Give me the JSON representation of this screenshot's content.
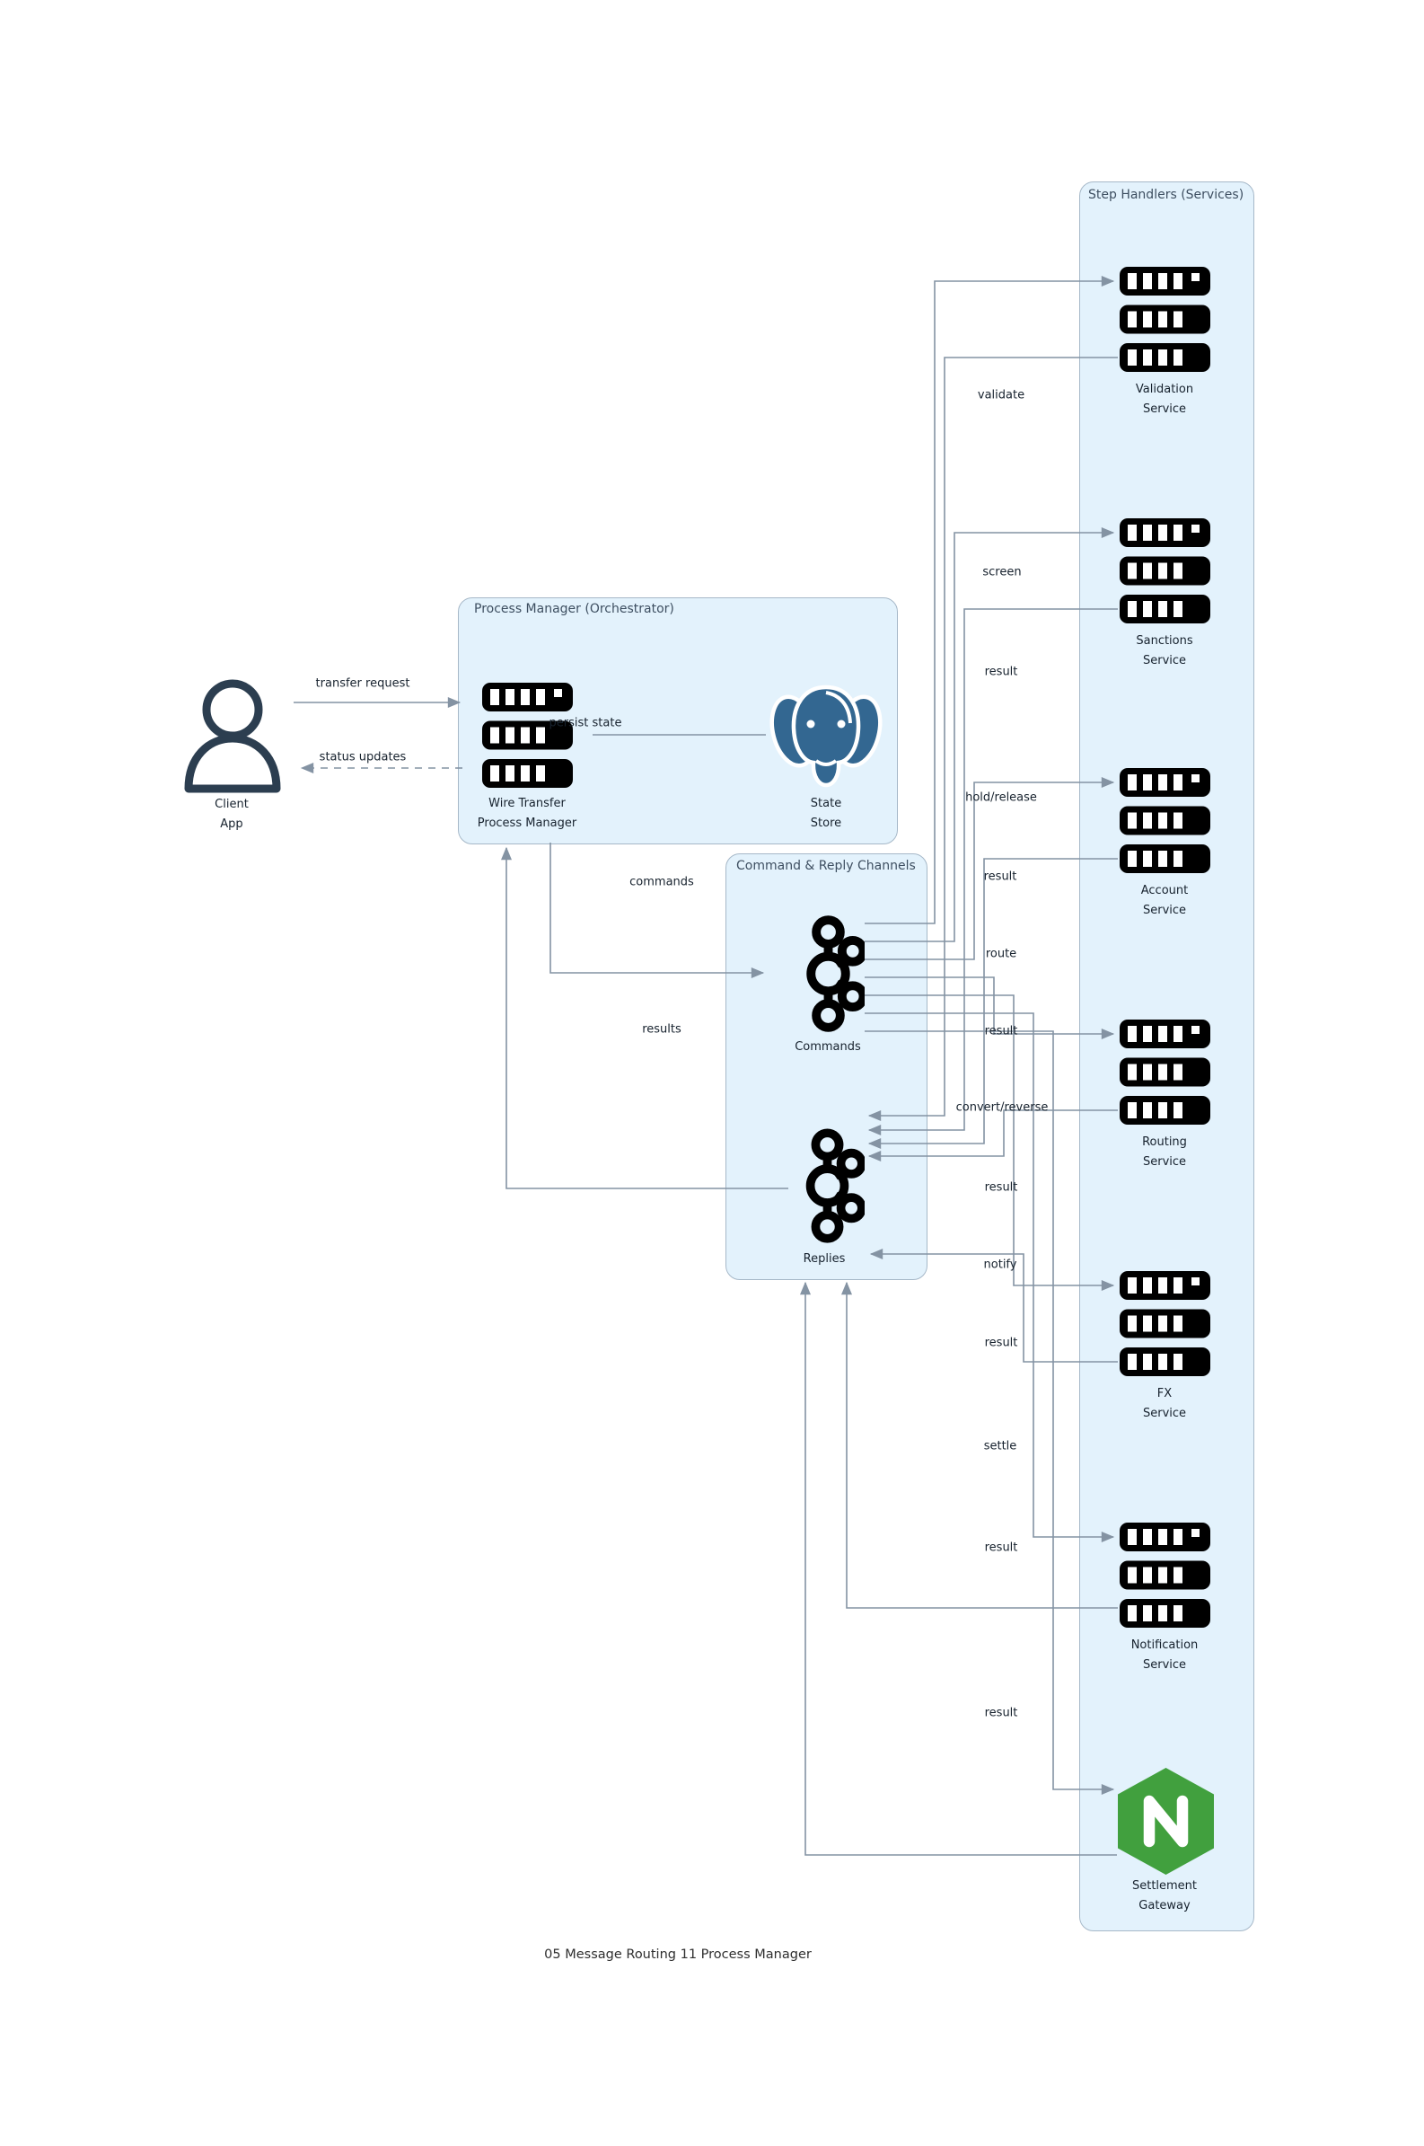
{
  "caption": "05 Message Routing 11 Process Manager",
  "clusters": {
    "process_manager": {
      "title": "Process Manager (Orchestrator)"
    },
    "channels": {
      "title": "Command & Reply Channels"
    },
    "step_handlers": {
      "title": "Step Handlers (Services)"
    }
  },
  "nodes": {
    "client": {
      "icon": "person-icon",
      "label_lines": [
        "Client",
        "App"
      ]
    },
    "wire_transfer_pm": {
      "icon": "server-icon",
      "label_lines": [
        "Wire Transfer",
        "Process Manager"
      ]
    },
    "state_store": {
      "icon": "postgresql-icon",
      "label_lines": [
        "State",
        "Store"
      ]
    },
    "commands_topic": {
      "icon": "kafka-icon",
      "label_lines": [
        "Commands"
      ]
    },
    "replies_topic": {
      "icon": "kafka-icon",
      "label_lines": [
        "Replies"
      ]
    },
    "services": [
      {
        "icon": "server-icon",
        "label_lines": [
          "Validation",
          "Service"
        ]
      },
      {
        "icon": "server-icon",
        "label_lines": [
          "Sanctions",
          "Service"
        ]
      },
      {
        "icon": "server-icon",
        "label_lines": [
          "Account",
          "Service"
        ]
      },
      {
        "icon": "server-icon",
        "label_lines": [
          "Routing",
          "Service"
        ]
      },
      {
        "icon": "server-icon",
        "label_lines": [
          "FX",
          "Service"
        ]
      },
      {
        "icon": "server-icon",
        "label_lines": [
          "Notification",
          "Service"
        ]
      },
      {
        "icon": "nginx-icon",
        "label_lines": [
          "Settlement",
          "Gateway"
        ]
      }
    ]
  },
  "edges": [
    {
      "label": "transfer request",
      "from": "Client App",
      "to": "Wire Transfer Process Manager",
      "style": "solid"
    },
    {
      "label": "status updates",
      "from": "Wire Transfer Process Manager",
      "to": "Client App",
      "style": "dashed"
    },
    {
      "label": "persist state",
      "from": "Wire Transfer Process Manager",
      "to": "State Store",
      "style": "solid"
    },
    {
      "label": "commands",
      "from": "Wire Transfer Process Manager",
      "to": "Commands",
      "style": "solid"
    },
    {
      "label": "results",
      "from": "Replies",
      "to": "Wire Transfer Process Manager",
      "style": "solid"
    },
    {
      "label": "validate",
      "from": "Commands",
      "to": "Validation Service",
      "style": "solid"
    },
    {
      "label": "screen",
      "from": "Commands",
      "to": "Sanctions Service",
      "style": "solid"
    },
    {
      "label": "hold/release",
      "from": "Commands",
      "to": "Account Service",
      "style": "solid"
    },
    {
      "label": "route",
      "from": "Commands",
      "to": "Routing Service",
      "style": "solid"
    },
    {
      "label": "convert/reverse",
      "from": "Commands",
      "to": "FX Service",
      "style": "solid"
    },
    {
      "label": "notify",
      "from": "Commands",
      "to": "Notification Service",
      "style": "solid"
    },
    {
      "label": "settle",
      "from": "Commands",
      "to": "Settlement Gateway",
      "style": "solid"
    },
    {
      "label": "result",
      "from": "Validation Service",
      "to": "Replies",
      "style": "solid"
    },
    {
      "label": "result",
      "from": "Sanctions Service",
      "to": "Replies",
      "style": "solid"
    },
    {
      "label": "result",
      "from": "Account Service",
      "to": "Replies",
      "style": "solid"
    },
    {
      "label": "result",
      "from": "Routing Service",
      "to": "Replies",
      "style": "solid"
    },
    {
      "label": "result",
      "from": "FX Service",
      "to": "Replies",
      "style": "solid"
    },
    {
      "label": "result",
      "from": "Notification Service",
      "to": "Replies",
      "style": "solid"
    },
    {
      "label": "result",
      "from": "Settlement Gateway",
      "to": "Replies",
      "style": "solid"
    }
  ],
  "colors": {
    "cluster_fill": "#E3F2FC",
    "cluster_border": "#A6B8C8",
    "edge": "#8493A3",
    "label_text": "#17222E",
    "cluster_title_text": "#3E4F61",
    "icon_black": "#000000",
    "postgresql_blue": "#336791",
    "nginx_green": "#41A03E",
    "person_navy": "#2C3E50"
  }
}
